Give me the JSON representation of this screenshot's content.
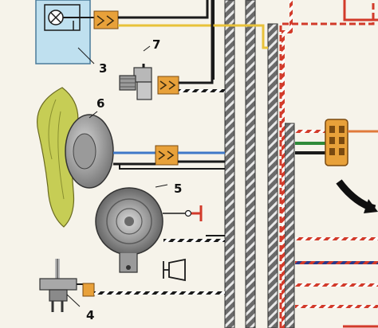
{
  "labels": {
    "c3": "3",
    "c4": "4",
    "c5": "5",
    "c6": "6",
    "c7": "7"
  },
  "colors": {
    "background": "#f6f3ea",
    "lamp_housing": "#bfe0ef",
    "connector": "#e8a13a",
    "fan_blade": "#c6cd55",
    "motor_body": "#8c8c8c",
    "horn_body": "#7d7d7d",
    "wire_black": "#1a1a1a",
    "wire_blue": "#3f78c8",
    "wire_yellow": "#e8c23a",
    "wire_red": "#d23a2a",
    "wire_green": "#2f8a3a",
    "harness_fill": "#5a5a5a",
    "pointer_arrow": "#101010"
  },
  "components": [
    {
      "id": "c3",
      "icon": "lamp-icon"
    },
    {
      "id": "c4",
      "icon": "sensor-icon"
    },
    {
      "id": "c5",
      "icon": "horn-icon"
    },
    {
      "id": "c6",
      "icon": "fan-motor-icon"
    },
    {
      "id": "c7",
      "icon": "sensor-icon"
    }
  ]
}
